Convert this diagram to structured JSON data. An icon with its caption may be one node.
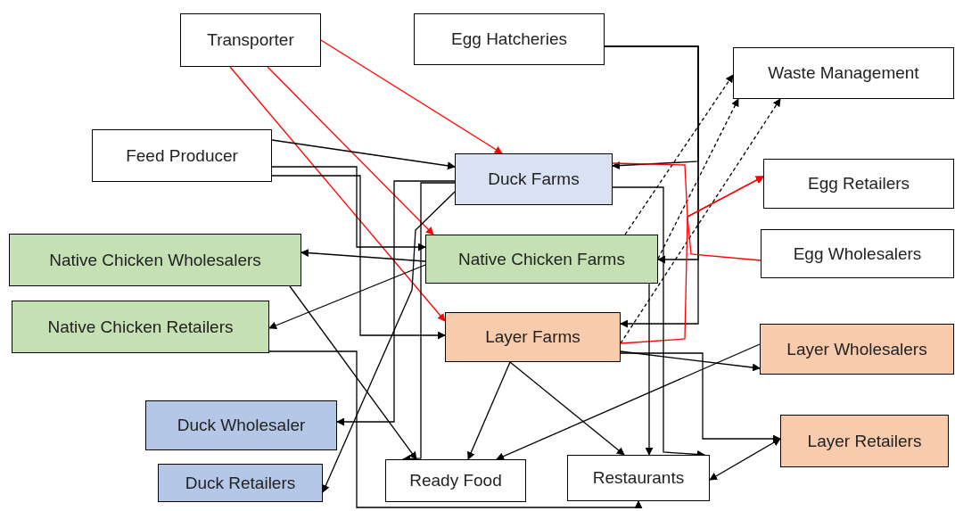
{
  "diagram": {
    "nodes": [
      {
        "text": [
          "Transporter"
        ]
      },
      {
        "text": [
          "Egg Hatcheries"
        ]
      },
      {
        "text": [
          "Waste Management"
        ]
      },
      {
        "text": [
          "Feed Producer"
        ]
      },
      {
        "text": [
          "Duck Farms"
        ]
      },
      {
        "text": [
          "Egg Retailers"
        ]
      },
      {
        "text": [
          "Native Chicken Wholesalers"
        ]
      },
      {
        "text": [
          "Native Chicken Farms"
        ]
      },
      {
        "text": [
          "Egg Wholesalers"
        ]
      },
      {
        "text": [
          "Native Chicken Retailers"
        ]
      },
      {
        "text": [
          "Layer Farms"
        ]
      },
      {
        "text": [
          "Layer Wholesalers"
        ]
      },
      {
        "text": [
          "Duck Wholesaler"
        ]
      },
      {
        "text": [
          "Layer Retailers"
        ]
      },
      {
        "text": [
          "Ready Food"
        ]
      },
      {
        "text": [
          "Restaurants"
        ]
      },
      {
        "text": [
          "Duck Retailers"
        ]
      }
    ],
    "edges": [
      {
        "from": 0,
        "to": 4,
        "arrow": "to",
        "color": "#ff0000"
      },
      {
        "from": 0,
        "to": 7,
        "arrow": "to",
        "color": "#ff0000"
      },
      {
        "from": 0,
        "to": 10,
        "arrow": "to",
        "color": "#ff0000"
      },
      {
        "from": 3,
        "to": 4,
        "arrow": "to"
      },
      {
        "from": 3,
        "to": 7,
        "arrow": "to"
      },
      {
        "from": 3,
        "to": 10,
        "arrow": "to"
      },
      {
        "from": 1,
        "to": 4,
        "arrow": "to"
      },
      {
        "from": 1,
        "to": 7,
        "arrow": "to"
      },
      {
        "from": 1,
        "to": 10,
        "arrow": "to"
      },
      {
        "from": 7,
        "to": 2,
        "arrow": "to",
        "style": "dashed"
      },
      {
        "from": 7,
        "to": 2,
        "arrow": "to",
        "style": "dashed"
      },
      {
        "from": 10,
        "to": 2,
        "arrow": "to",
        "style": "dashed"
      },
      {
        "from": 4,
        "to": 5,
        "arrow": "to",
        "color": "#ff0000"
      },
      {
        "from": 10,
        "to": 5,
        "arrow": "to",
        "color": "#ff0000"
      },
      {
        "from": 8,
        "to": 5,
        "arrow": "to",
        "color": "#ff0000"
      },
      {
        "from": 7,
        "to": 6,
        "arrow": "to"
      },
      {
        "from": 7,
        "to": 9,
        "arrow": "to"
      },
      {
        "from": 4,
        "to": 16,
        "arrow": "to"
      },
      {
        "from": 4,
        "to": 12,
        "arrow": "to"
      },
      {
        "from": 4,
        "to": 14,
        "arrow": "to"
      },
      {
        "from": 6,
        "to": 14,
        "arrow": "to"
      },
      {
        "from": 9,
        "to": 15,
        "arrow": "to"
      },
      {
        "from": 4,
        "to": 15,
        "arrow": "to"
      },
      {
        "from": 7,
        "to": 15,
        "arrow": "to"
      },
      {
        "from": 10,
        "to": 14,
        "arrow": "to"
      },
      {
        "from": 10,
        "to": 15,
        "arrow": "to"
      },
      {
        "from": 10,
        "to": 11,
        "arrow": "to"
      },
      {
        "from": 10,
        "to": 13,
        "arrow": "to"
      },
      {
        "from": 11,
        "to": 14,
        "arrow": "to"
      },
      {
        "from": 13,
        "to": 15,
        "arrow": "both"
      }
    ]
  }
}
